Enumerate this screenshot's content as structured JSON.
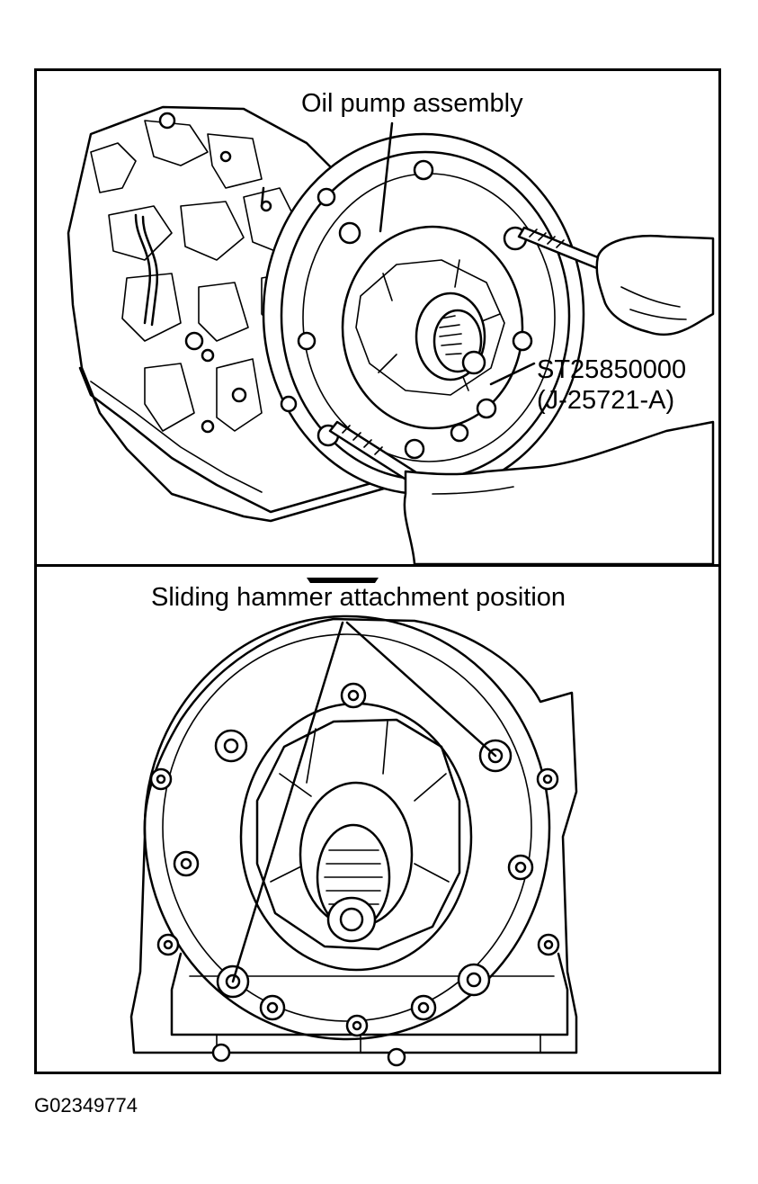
{
  "figure": {
    "top_panel": {
      "label_pump": "Oil pump assembly",
      "label_tool_line1": "ST25850000",
      "label_tool_line2": "(J-25721-A)"
    },
    "bottom_panel": {
      "label_position": "Sliding hammer attachment position"
    },
    "figure_id": "G02349774"
  }
}
